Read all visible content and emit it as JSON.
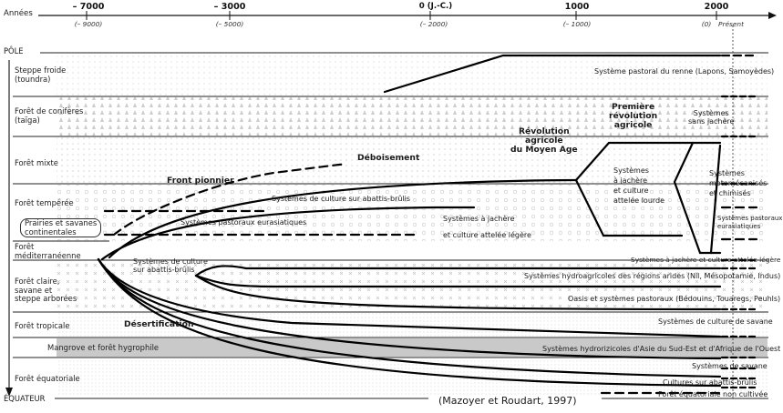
{
  "axis": {
    "years_label": "Années",
    "ticks": [
      {
        "main": "– 7000",
        "sub": "(– 9000)"
      },
      {
        "main": "– 3000",
        "sub": "(– 5000)"
      },
      {
        "main": "0 (J.-C.)",
        "sub": "(– 2000)"
      },
      {
        "main": "1000",
        "sub": "(– 1000)"
      },
      {
        "main": "2000",
        "sub": "(0)"
      }
    ],
    "present": "Présent",
    "pole": "PÔLE",
    "equator": "ÉQUATEUR"
  },
  "zones": [
    {
      "name": "Steppe froide\n(toundra)"
    },
    {
      "name": "Forêt de conifères\n(taïga)"
    },
    {
      "name": "Forêt mixte"
    },
    {
      "name": "Forêt tempérée"
    },
    {
      "name": "Prairies et savanes\ncontinentales"
    },
    {
      "name": "Forêt\nméditerranéenne"
    },
    {
      "name": "Forêt claire,\nsavane et\nsteppe arborées"
    },
    {
      "name": "Forêt tropicale"
    },
    {
      "name": "Mangrove et forêt hygrophile"
    },
    {
      "name": "Forêt équatoriale"
    }
  ],
  "events": {
    "deboisement": "Déboisement",
    "front_pionnier": "Front pionnier",
    "desertification": "Désertification",
    "revolution_ma": "Révolution\nagricole\ndu Moyen Age",
    "premiere_revolution": "Première\nrévolution\nagricole"
  },
  "systems": {
    "renne": "Système pastoral du renne (Lapons, Samoyèdes)",
    "sans_jachere": "Systèmes\nsans jachère",
    "abattis_temperee": "Systèmes de culture sur abattis-brûlis",
    "pastoraux_euras": "Systèmes pastoraux eurasiatiques",
    "jachere_legere": "Systèmes à jachère\net culture attelée légère",
    "jachere_lourde": "Systèmes\nà jachère\net culture\nattelée lourde",
    "motomecanises": "Systèmes\nmotomécanisés\net chimisés",
    "pastoraux_euras_2": "Systèmes pastoraux\neurasiatiques",
    "jachere_legere_2": "Systèmes à jachère et culture attelée légère",
    "abattis_med": "Systèmes de culture\nsur abattis-brûlis",
    "hydroagricoles": "Systèmes hydroagricoles des régions arides (Nil, Mésopotamie, Indus)",
    "oasis": "Oasis et systèmes pastoraux (Bédouins, Touaregs, Peuhls)",
    "culture_savane": "Systèmes de culture de savane",
    "hydrorizicoles": "Systèmes hydrorizicoles d'Asie du Sud-Est et d'Afrique de l'Ouest",
    "savane": "Systèmes de savane",
    "abattis_eq": "Cultures sur abattis-brûlis",
    "foret_non_cultivee": "Forêt équatoriale non cultivée"
  },
  "source": "(Mazoyer et Roudart, 1997)"
}
